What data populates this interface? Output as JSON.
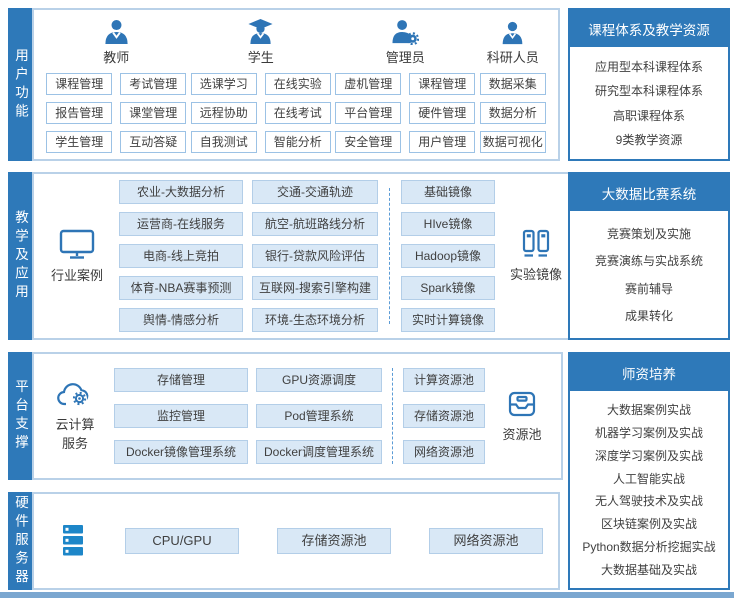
{
  "colors": {
    "primary_blue": "#2e79b9",
    "icon_blue": "#2e75b6",
    "light_button_bg": "#d9e8f6",
    "light_button_border": "#b3cee8",
    "white_button_border": "#9cc2e5",
    "section_border": "#b9d1e8",
    "dashed_divider": "#5b9bd5",
    "bottom_bar": "#7ba7d0",
    "text": "#404040"
  },
  "sections": {
    "users": {
      "label": "用户功能",
      "groups": [
        {
          "name": "教师",
          "icon": "teacher-icon",
          "columns": [
            [
              "课程管理",
              "报告管理",
              "学生管理"
            ],
            [
              "考试管理",
              "课堂管理",
              "互动答疑"
            ]
          ]
        },
        {
          "name": "学生",
          "icon": "student-icon",
          "columns": [
            [
              "选课学习",
              "远程协助",
              "自我测试"
            ],
            [
              "在线实验",
              "在线考试",
              "智能分析"
            ]
          ]
        },
        {
          "name": "管理员",
          "icon": "admin-icon",
          "columns": [
            [
              "虚机管理",
              "平台管理",
              "安全管理"
            ],
            [
              "课程管理",
              "硬件管理",
              "用户管理"
            ]
          ]
        },
        {
          "name": "科研人员",
          "icon": "researcher-icon",
          "columns": [
            [
              "数据采集",
              "数据分析",
              "数据可视化"
            ]
          ]
        }
      ]
    },
    "teaching": {
      "label": "教学及应用",
      "left_group": {
        "name": "行业案例",
        "icon": "monitor-icon"
      },
      "case_col1": [
        "农业-大数据分析",
        "运营商-在线服务",
        "电商-线上竞拍",
        "体育-NBA赛事预测",
        "舆情-情感分析"
      ],
      "case_col2": [
        "交通-交通轨迹",
        "航空-航班路线分析",
        "银行-贷款风险评估",
        "互联网-搜索引擎构建",
        "环境-生态环境分析"
      ],
      "images_col": [
        "基础镜像",
        "HIve镜像",
        "Hadoop镜像",
        "Spark镜像",
        "实时计算镜像"
      ],
      "right_group": {
        "name": "实验镜像",
        "icon": "experiment-images-icon"
      }
    },
    "platform": {
      "label": "平台支撑",
      "left_group": {
        "name": "云计算服务",
        "icon": "cloud-gear-icon"
      },
      "col1": [
        "存储管理",
        "监控管理",
        "Docker镜像管理系统"
      ],
      "col2": [
        "GPU资源调度",
        "Pod管理系统",
        "Docker调度管理系统"
      ],
      "pool_col": [
        "计算资源池",
        "存储资源池",
        "网络资源池"
      ],
      "right_group": {
        "name": "资源池",
        "icon": "resource-pool-icon"
      }
    },
    "hardware": {
      "label": "硬件服务器",
      "icon": "server-rack-icon",
      "items": [
        "CPU/GPU",
        "存储资源池",
        "网络资源池"
      ]
    }
  },
  "right_panels": [
    {
      "title": "课程体系及教学资源",
      "items": [
        "应用型本科课程体系",
        "研究型本科课程体系",
        "高职课程体系",
        "9类教学资源"
      ]
    },
    {
      "title": "大数据比赛系统",
      "items": [
        "竞赛策划及实施",
        "竞赛演练与实战系统",
        "赛前辅导",
        "成果转化"
      ]
    },
    {
      "title": "师资培养",
      "items": [
        "大数据案例实战",
        "机器学习案例及实战",
        "深度学习案例及实战",
        "人工智能实战",
        "无人驾驶技术及实战",
        "区块链案例及实战",
        "Python数据分析挖掘实战",
        "大数据基础及实战"
      ]
    }
  ]
}
